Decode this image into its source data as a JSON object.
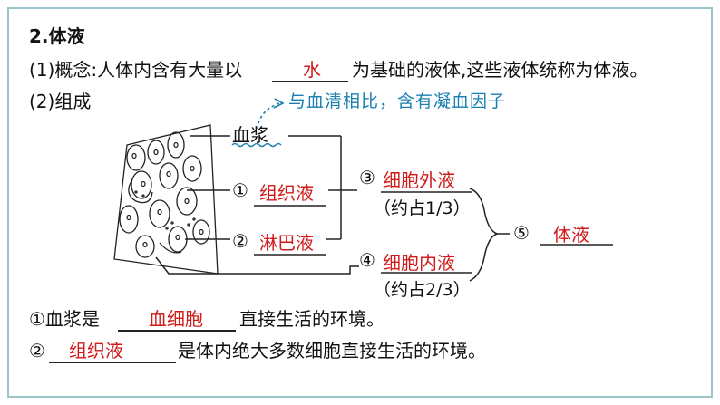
{
  "accent_color": "#d11b1b",
  "annotation_color": "#1a7fb0",
  "heading": "2.体液",
  "concept": {
    "prefix": "(1)概念:人体内含有大量以",
    "answer": "水",
    "suffix": "为基础的液体,这些液体统称为体液。"
  },
  "composition_label": "(2)组成",
  "annotation": "与血清相比，含有凝血因子",
  "diagram": {
    "plasma": "血浆",
    "item1_num": "①",
    "item1": "组织液",
    "item2_num": "②",
    "item2": "淋巴液",
    "item3_num": "③",
    "item3": "细胞外液",
    "item3_share": "（约占1/3）",
    "item4_num": "④",
    "item4": "细胞内液",
    "item4_share": "（约占2/3）",
    "item5_num": "⑤",
    "item5": "体液"
  },
  "note1": {
    "prefix": "①血浆是",
    "answer": "血细胞",
    "suffix": "直接生活的环境。"
  },
  "note2": {
    "prefix": "②",
    "answer": "组织液",
    "suffix": "是体内绝大多数细胞直接生活的环境。"
  }
}
